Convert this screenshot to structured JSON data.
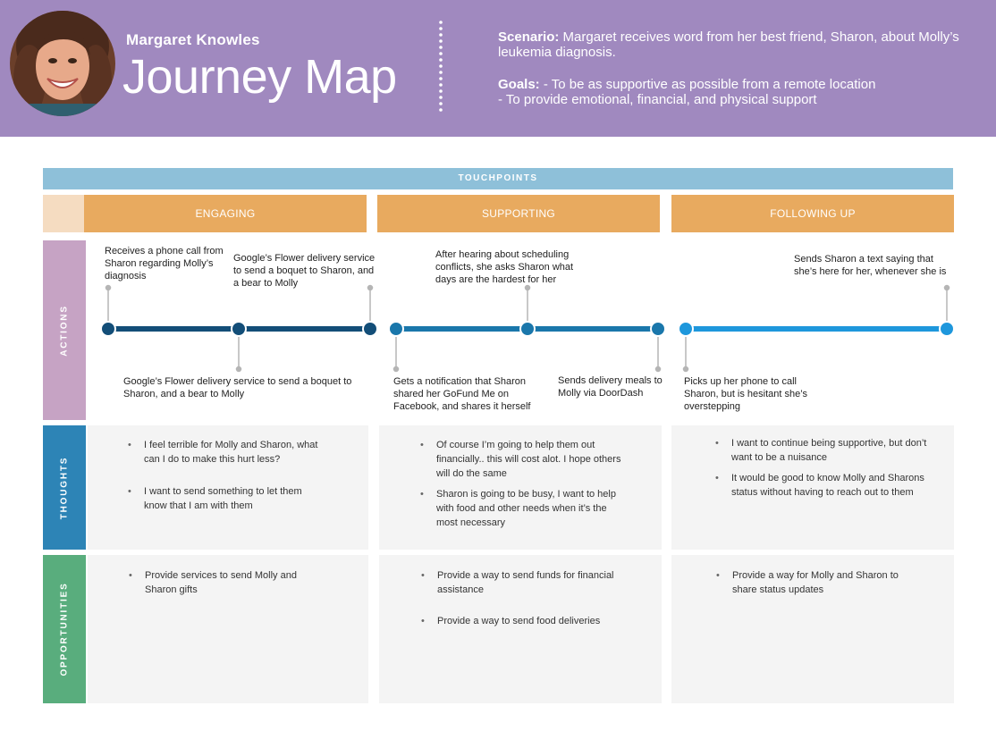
{
  "header": {
    "persona_name": "Margaret Knowles",
    "title": "Journey Map",
    "scenario_label": "Scenario:",
    "scenario_text": " Margaret receives word from her best friend, Sharon, about Molly’s leukemia diagnosis.",
    "goals_label": "Goals:",
    "goals_line1": " - To be as supportive as possible from a remote location",
    "goals_line2": "- To provide emotional, financial, and physical support",
    "bg_color": "#a089bf"
  },
  "touchpoints_label": "TOUCHPOINTS",
  "phases": [
    {
      "label": "ENGAGING"
    },
    {
      "label": "SUPPORTING"
    },
    {
      "label": "FOLLOWING UP"
    }
  ],
  "row_labels": {
    "actions": "ACTIONS",
    "thoughts": "THOUGHTS",
    "opportunities": "OPPORTUNITIES"
  },
  "actions": {
    "a1": "Receives a phone call from Sharon regarding Molly’s diagnosis",
    "a2": "Google’s Flower delivery service to send a boquet to Sharon, and a bear to Molly",
    "a3": "Google’s Flower delivery service to send a boquet to Sharon, and a bear to Molly",
    "a4": "Gets a notification that Sharon shared her GoFund Me on Facebook, and shares it herself",
    "a5": "After hearing about scheduling conflicts, she asks Sharon what days are the hardest for her",
    "a6": "Sends delivery meals to Molly via DoorDash",
    "a7": "Picks up her phone to call Sharon, but is hesitant she’s overstepping",
    "a8": "Sends Sharon a text saying that she’s here for her, whenever she is"
  },
  "thoughts": {
    "engaging": [
      "I feel terrible for Molly and Sharon, what can I do to make this hurt less?",
      "I want to send something to let them know that I am with them"
    ],
    "supporting": [
      "Of course I’m going to help them out financially.. this will cost alot. I hope others will do the same",
      "Sharon is going to be busy, I want to help with food and other needs when it’s the most necessary"
    ],
    "following_up": [
      "I want to continue being supportive, but don’t want to be a nuisance",
      "It would be good to know Molly and Sharons status without having to reach out to them"
    ]
  },
  "opportunities": {
    "engaging": [
      "Provide services to send Molly and Sharon gifts"
    ],
    "supporting": [
      "Provide a way to send funds for financial assistance",
      "Provide a way to send food deliveries"
    ],
    "following_up": [
      "Provide a way for Molly and Sharon to share status updates"
    ]
  },
  "colors": {
    "touchpoints": "#8ec0d9",
    "phase": "#e8aa5f",
    "actions_label": "#c6a3c4",
    "thoughts_label": "#2d84b6",
    "opportunities_label": "#59ad7d",
    "timeline_engaging": "#134e78",
    "timeline_supporting": "#1a77ab",
    "timeline_following_up": "#1e97dc"
  },
  "icons": {
    "avatar": "persona-photo",
    "divider": "dotted-divider"
  }
}
